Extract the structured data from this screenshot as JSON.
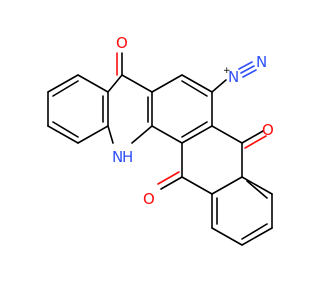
{
  "atoms": {
    "o_top": "O",
    "o_right": "O",
    "o_bottom": "O",
    "n_diazo_1": "N",
    "n_diazo_2": "N",
    "charge": "+",
    "nh_n": "N",
    "nh_h": "H"
  },
  "colors": {
    "bond": "#000000",
    "oxygen": "#ff0d0d",
    "nitrogen": "#3050f8"
  }
}
